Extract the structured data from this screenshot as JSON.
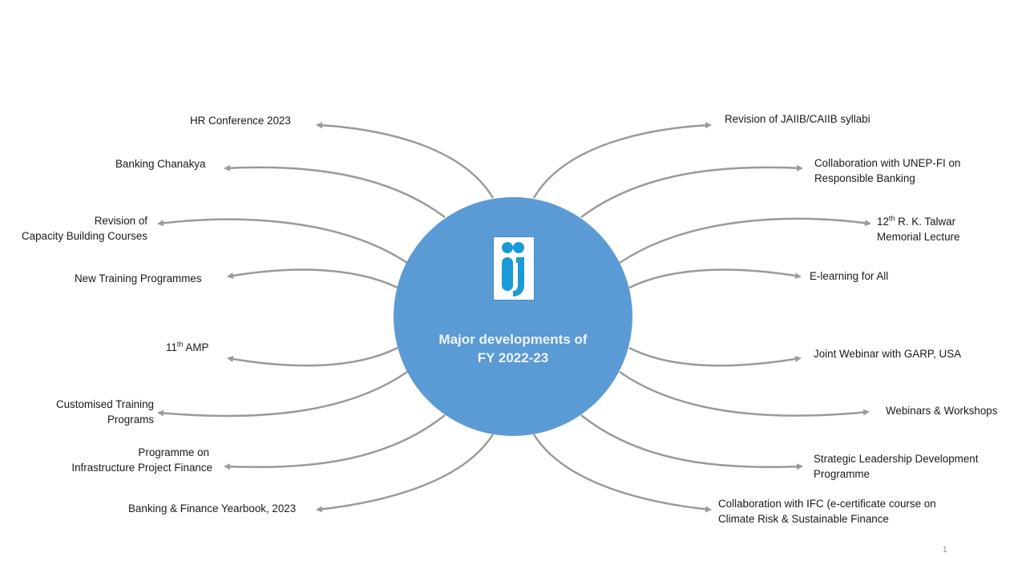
{
  "hub": {
    "title_line1": "Major developments of",
    "title_line2": "FY 2022-23",
    "logo_icon": "iib-logo-icon"
  },
  "colors": {
    "hub": "#5b9bd5",
    "arrow": "#9a9a9a",
    "logo": "#1a9ad6"
  },
  "left": [
    {
      "lines": [
        "HR Conference 2023"
      ]
    },
    {
      "lines": [
        "Banking Chanakya"
      ]
    },
    {
      "lines": [
        "Revision of",
        "Capacity Building Courses"
      ]
    },
    {
      "lines": [
        "New Training Programmes"
      ]
    },
    {
      "sup": "th",
      "pre": "11",
      "post": " AMP"
    },
    {
      "lines": [
        "Customised Training",
        "Programs"
      ]
    },
    {
      "lines": [
        "Programme  on",
        "Infrastructure  Project Finance"
      ]
    },
    {
      "lines": [
        "Banking & Finance Yearbook,  2023"
      ]
    }
  ],
  "right": [
    {
      "lines": [
        "Revision of JAIIB/CAIIB syllabi"
      ]
    },
    {
      "lines": [
        "Collaboration with  UNEP-FI on",
        "Responsible Banking"
      ]
    },
    {
      "sup": "th",
      "pre": "12",
      "post": " R. K. Talwar",
      "line2": "Memorial  Lecture"
    },
    {
      "lines": [
        "E-learning for All"
      ]
    },
    {
      "lines": [
        "Joint Webinar with GARP, USA"
      ]
    },
    {
      "lines": [
        "Webinars & Workshops"
      ]
    },
    {
      "lines": [
        "Strategic Leadership Development",
        "Programme"
      ]
    },
    {
      "lines": [
        "Collaboration with  IFC (e-certificate course on",
        "Climate Risk & Sustainable Finance"
      ]
    }
  ],
  "page_number": "1"
}
